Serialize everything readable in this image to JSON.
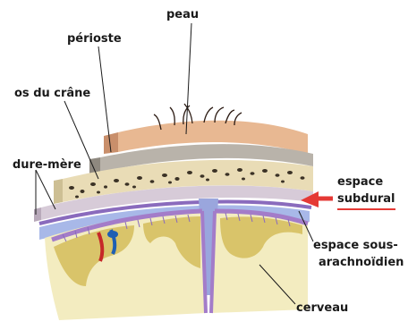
{
  "labels": {
    "peau": "peau",
    "perioste": "périoste",
    "os_du_crane": "os du crâne",
    "dure_mere": "dure-mère",
    "espace_subdural_line1": "espace",
    "espace_subdural_line2": "subdural",
    "espace_sous_arachnoidien_line1": "espace sous-",
    "espace_sous_arachnoidien_line2": "arachnoïdien",
    "cerveau": "cerveau"
  },
  "colors": {
    "skin": "#e8b892",
    "skin_dark": "#c98f6b",
    "periosteum": "#b9b3aa",
    "bone": "#e9dcb6",
    "bone_pores": "#3b3226",
    "dura": "#d7cbd8",
    "arachnoid": "#8a6bbd",
    "csf_space": "#a8b8e8",
    "brain": "#f3ecc0",
    "brain_gray": "#d9c46a",
    "pia": "#a37cc9",
    "vessel_red": "#c62828",
    "vessel_blue": "#1e5fb3",
    "arrow": "#e53935"
  },
  "icons": {
    "hair": "hair-strands",
    "arrow": "arrow-left"
  }
}
